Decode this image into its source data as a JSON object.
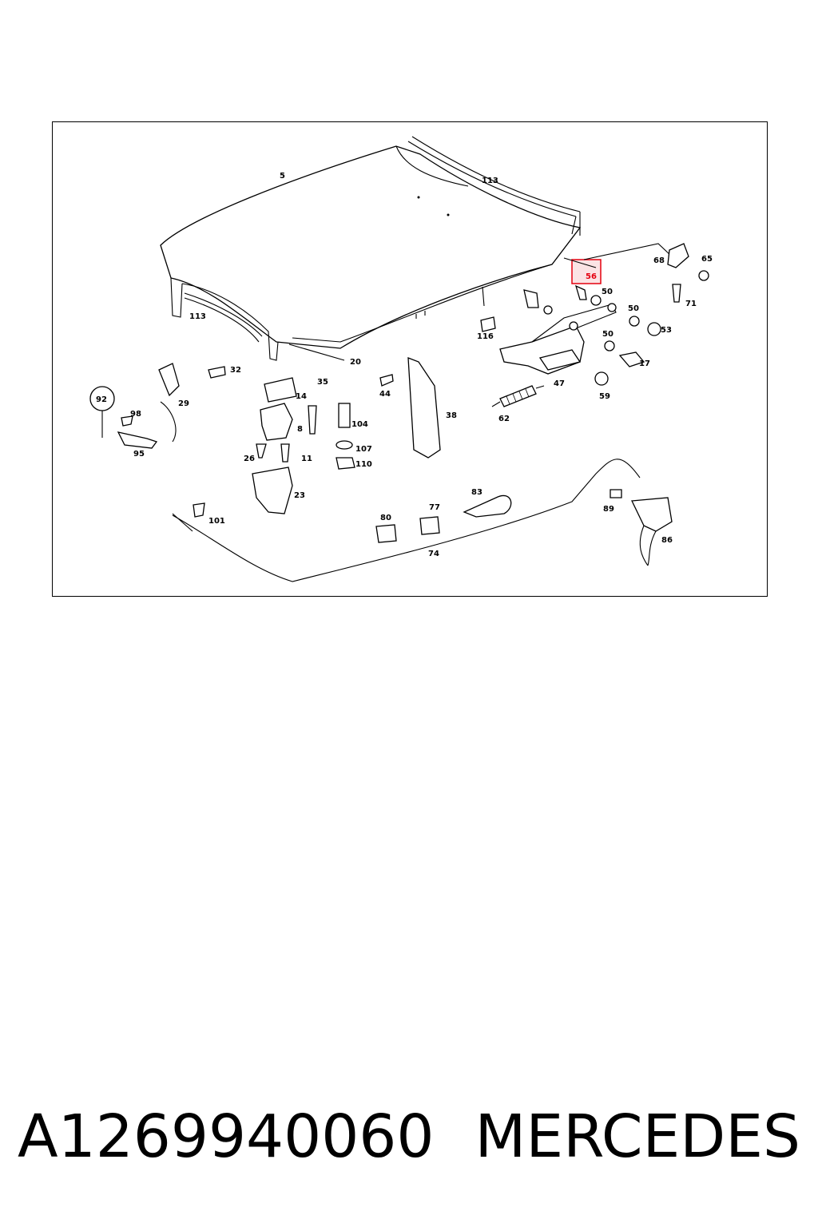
{
  "diagram": {
    "labels": [
      "5",
      "113",
      "113",
      "56",
      "68",
      "65",
      "71",
      "50",
      "50",
      "53",
      "50",
      "17",
      "116",
      "47",
      "59",
      "62",
      "20",
      "32",
      "35",
      "14",
      "8",
      "29",
      "92",
      "98",
      "95",
      "104",
      "107",
      "110",
      "26",
      "11",
      "23",
      "44",
      "38",
      "83",
      "77",
      "80",
      "74",
      "101",
      "89",
      "86"
    ],
    "highlighted_label": "56",
    "highlight_color": "#e4000f"
  },
  "caption": {
    "part_number": "A1269940060",
    "brand": "MERCEDES"
  }
}
